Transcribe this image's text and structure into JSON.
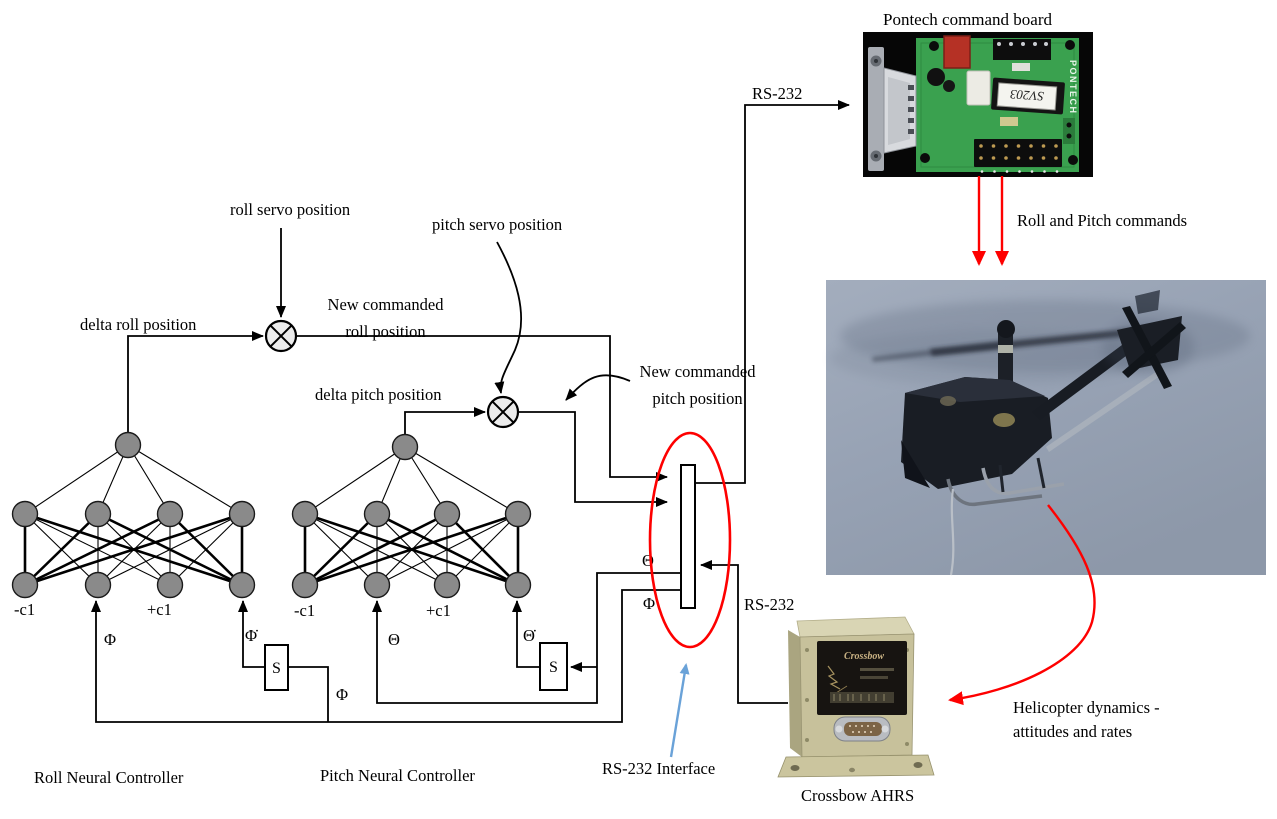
{
  "labels": {
    "pontech_board_title": "Pontech command board",
    "rs232_to_board": "RS-232",
    "roll_servo_position": "roll servo position",
    "pitch_servo_position": "pitch servo position",
    "new_commanded_roll_line1": "New commanded",
    "new_commanded_roll_line2": "roll position",
    "delta_roll_position": "delta roll position",
    "delta_pitch_position": "delta pitch position",
    "new_commanded_pitch_line1": "New commanded",
    "new_commanded_pitch_line2": "pitch position",
    "roll_and_pitch_commands": "Roll and Pitch commands",
    "theta_interface": "Θ",
    "phi_interface": "Φ",
    "rs232_from_ahrs": "RS-232",
    "roll_bias_neg": "-c1",
    "roll_bias_pos": "+c1",
    "pitch_bias_neg": "-c1",
    "pitch_bias_pos": "+c1",
    "roll_input_phi": "Φ",
    "roll_input_phi_dot": "Φ̇",
    "pitch_input_theta": "Θ",
    "pitch_input_theta_dot": "Θ̇",
    "phi_feedback": "Φ",
    "s_block": "S",
    "roll_controller_caption": "Roll Neural Controller",
    "pitch_controller_caption": "Pitch Neural Controller",
    "rs232_interface_caption": "RS-232 Interface",
    "crossbow_caption": "Crossbow AHRS",
    "helicopter_dynamics_line1": "Helicopter dynamics -",
    "helicopter_dynamics_line2": "attitudes and rates"
  },
  "devices": {
    "pontech": {
      "brand": "PONTECH",
      "chip_label": "SV203"
    },
    "crossbow": {
      "brand": "Crossbow"
    }
  },
  "colors": {
    "line": "#000000",
    "annotation_red": "#fe0000",
    "annotation_blue": "#6aa2d8",
    "node_fill": "#8a8a8a",
    "junction_fill": "#ececec",
    "pcb_green": "#3aa14f",
    "sky_blue_gray": "#97a2b4",
    "crossbow_beige": "#c7c19b"
  }
}
